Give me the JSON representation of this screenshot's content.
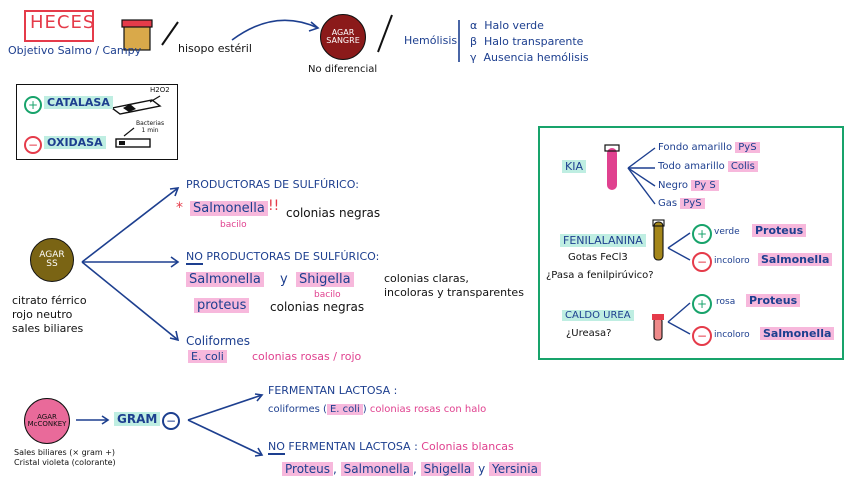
{
  "title": "HECES",
  "objective": "Objetivo Salmo / Campy",
  "swab_label": "hisopo estéril",
  "blood_agar": {
    "name_line1": "AGAR",
    "name_line2": "SANGRE",
    "caption": "No diferencial"
  },
  "hemolysis": {
    "label": "Hemólisis",
    "items": [
      {
        "symbol": "α",
        "text": "Halo verde"
      },
      {
        "symbol": "β",
        "text": "Halo transparente"
      },
      {
        "symbol": "γ",
        "text": "Ausencia hemólisis"
      }
    ]
  },
  "tests_box": {
    "catalase": {
      "sign": "+",
      "label": "CATALASA",
      "reagent": "H2O2"
    },
    "oxidase": {
      "sign": "−",
      "label": "OXIDASA",
      "note_line1": "Bacterias",
      "note_line2": "1 min"
    }
  },
  "ss_agar": {
    "name_line1": "AGAR",
    "name_line2": "SS",
    "notes": [
      "citrato férrico",
      "rojo neutro",
      "sales biliares"
    ]
  },
  "sulfur": {
    "producers_title": "PRODUCTORAS DE SULFÚRICO:",
    "asterisk": "*",
    "salmonella": "Salmonella",
    "exclam": "!!",
    "bacilo": "bacilo",
    "black_colonies": "colonias negras",
    "non_title_no": "NO",
    "non_title_rest": " PRODUCTORAS DE SULFÚRICO:",
    "non_salmonella": "Salmonella",
    "y": "y",
    "shigella": "Shigella",
    "bacilo2": "bacilo",
    "clear_line1": "colonias claras,",
    "clear_line2": "incoloras y transparentes",
    "proteus": "proteus",
    "proteus_colonies": "colonias negras",
    "coliforms_title": "Coliformes",
    "ecoli": "E. coli",
    "pink_colonies": "colonias rosas / rojo"
  },
  "right_panel": {
    "kia": {
      "label": "KIA",
      "rows": [
        {
          "text": "Fondo amarillo",
          "tag": "PyS"
        },
        {
          "text": "Todo amarillo",
          "tag": "Colis"
        },
        {
          "text": "Negro",
          "tag": "Py S"
        },
        {
          "text": "Gas",
          "tag": "PyS"
        }
      ]
    },
    "phenylalanine": {
      "label": "FENILALANINA",
      "drops": "Gotas FeCl3",
      "question": "¿Pasa a fenilpirúvico?",
      "plus_color": "verde",
      "plus_org": "Proteus",
      "minus_color": "incoloro",
      "minus_org": "Salmonella"
    },
    "urea": {
      "label": "CALDO UREA",
      "question": "¿Ureasa?",
      "plus_color": "rosa",
      "plus_org": "Proteus",
      "minus_color": "incoloro",
      "minus_org": "Salmonella"
    }
  },
  "mcconkey": {
    "name_line1": "AGAR",
    "name_line2": "McCONKEY",
    "note_line1": "Sales biliares (× gram +)",
    "note_line2": "Cristal violeta (colorante)",
    "gram_label": "GRAM",
    "gram_sign": "−",
    "lactose_title": "FERMENTAN LACTOSA :",
    "lactose_line_a": "coliformes (",
    "lactose_ecoli": "E. coli",
    "lactose_line_b": ")",
    "lactose_colonies": "colonias rosas con halo",
    "non_lactose_no": "NO",
    "non_lactose_rest": " FERMENTAN LACTOSA : ",
    "non_lactose_colonies": "Colonias blancas",
    "orgs": [
      "Proteus",
      "Salmonella",
      "Shigella",
      "Yersinia"
    ],
    "org_sep": ",",
    "org_y": "y"
  },
  "colors": {
    "blue": "#1d3f8f",
    "pink": "#e0418f",
    "red": "#e53b4a",
    "green": "#18a36b",
    "olive": "#7a6414"
  }
}
